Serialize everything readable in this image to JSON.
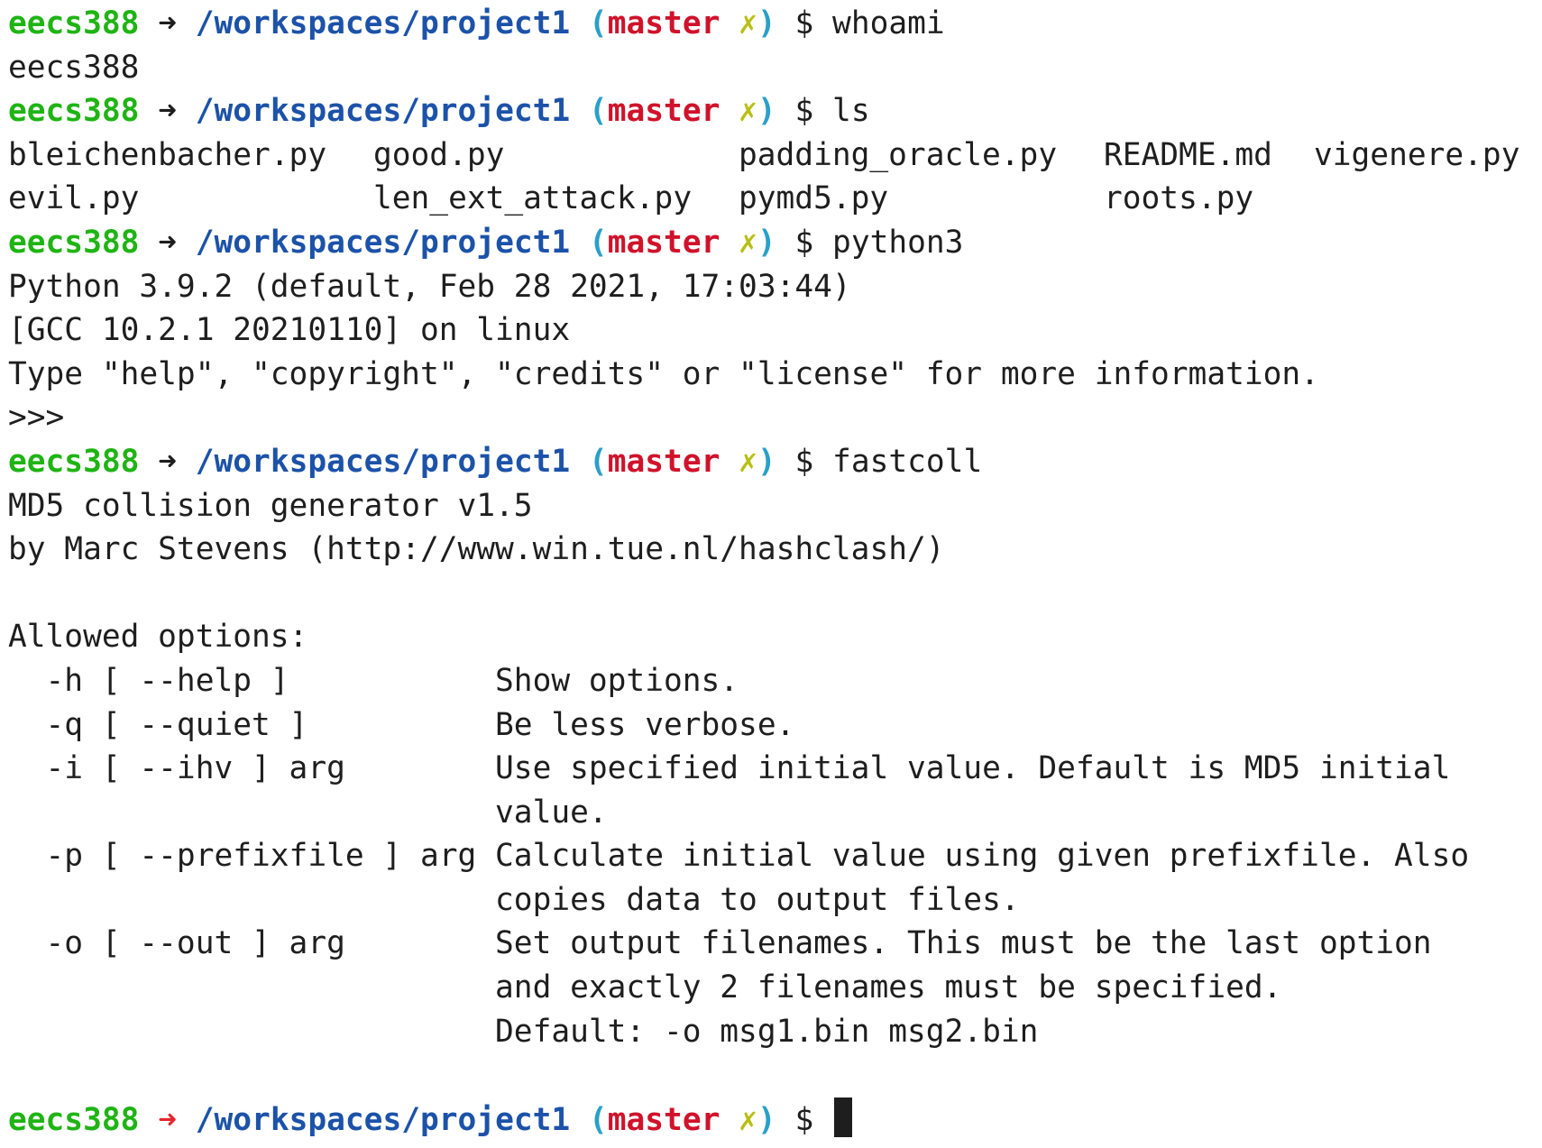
{
  "prompt": {
    "user": "eecs388",
    "arrow": "➜",
    "cwd": "/workspaces/project1",
    "open_paren": "(",
    "branch": "master",
    "dirty": "✗",
    "close_paren": ")",
    "dollar": "$"
  },
  "colors": {
    "user": "#1fb414",
    "cwd": "#1c52a8",
    "paren": "#2aa0c9",
    "branch": "#d0122a",
    "dirty": "#b8bf14",
    "last_arrow": "#e3262c",
    "text": "#1e1e1e",
    "background": "#ffffff"
  },
  "commands": {
    "c1": "whoami",
    "c2": "ls",
    "c3": "python3",
    "c4": "fastcoll"
  },
  "whoami_output": "eecs388",
  "ls_output": {
    "row1": [
      "bleichenbacher.py",
      "good.py",
      "padding_oracle.py",
      "README.md",
      "vigenere.py"
    ],
    "row2": [
      "evil.py",
      "len_ext_attack.py",
      "pymd5.py",
      "roots.py",
      ""
    ]
  },
  "python_output": [
    "Python 3.9.2 (default, Feb 28 2021, 17:03:44)",
    "[GCC 10.2.1 20210110] on linux",
    "Type \"help\", \"copyright\", \"credits\" or \"license\" for more information.",
    ">>>"
  ],
  "fastcoll_output": [
    "MD5 collision generator v1.5",
    "by Marc Stevens (http://www.win.tue.nl/hashclash/)",
    "",
    "Allowed options:",
    "  -h [ --help ]           Show options.",
    "  -q [ --quiet ]          Be less verbose.",
    "  -i [ --ihv ] arg        Use specified initial value. Default is MD5 initial",
    "                          value.",
    "  -p [ --prefixfile ] arg Calculate initial value using given prefixfile. Also",
    "                          copies data to output files.",
    "  -o [ --out ] arg        Set output filenames. This must be the last option",
    "                          and exactly 2 filenames must be specified.",
    "                          Default: -o msg1.bin msg2.bin",
    ""
  ]
}
